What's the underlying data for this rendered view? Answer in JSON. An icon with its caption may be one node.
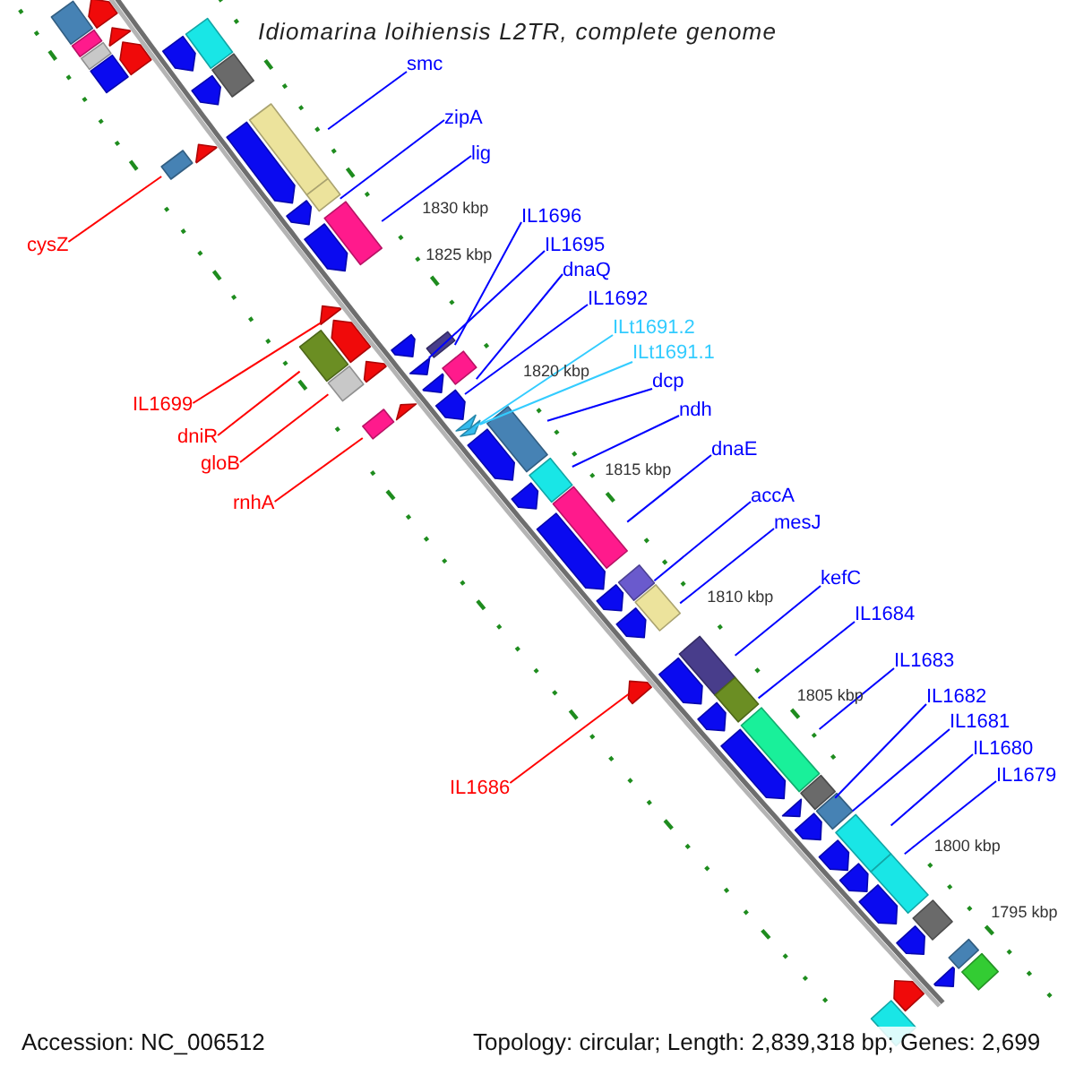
{
  "diagram": {
    "title": "Idiomarina loihiensis L2TR, complete genome",
    "nodes": [
      {
        "text": [
          "smc"
        ]
      },
      {
        "text": [
          "zipA"
        ]
      },
      {
        "text": [
          "lig"
        ]
      },
      {
        "text": [
          "IL1696"
        ]
      },
      {
        "text": [
          "cysZ"
        ]
      },
      {
        "text": [
          "IL1695"
        ]
      },
      {
        "text": [
          "dnaQ"
        ]
      },
      {
        "text": [
          "IL1692"
        ]
      },
      {
        "text": [
          "ILt1691.2"
        ]
      },
      {
        "text": [
          "ILt1691.1"
        ]
      },
      {
        "text": [
          "dcp"
        ]
      },
      {
        "text": [
          "IL1699"
        ]
      },
      {
        "text": [
          "ndh"
        ]
      },
      {
        "text": [
          "dniR"
        ]
      },
      {
        "text": [
          "dnaE"
        ]
      },
      {
        "text": [
          "gloB"
        ]
      },
      {
        "text": [
          "accA"
        ]
      },
      {
        "text": [
          "rnhA"
        ]
      },
      {
        "text": [
          "mesJ"
        ]
      },
      {
        "text": [
          "kefC"
        ]
      },
      {
        "text": [
          "IL1684"
        ]
      },
      {
        "text": [
          "IL1683"
        ]
      },
      {
        "text": [
          "IL1682"
        ]
      },
      {
        "text": [
          "IL1681"
        ]
      },
      {
        "text": [
          "IL1680"
        ]
      },
      {
        "text": [
          "IL1679"
        ]
      },
      {
        "text": [
          "IL1686"
        ]
      },
      {
        "text": [],
        "shape": "pentagon"
      },
      {
        "text": [],
        "shape": "bar"
      },
      {
        "text": [],
        "shape": "pentagon"
      },
      {
        "text": [],
        "shape": "bar"
      },
      {
        "text": [],
        "shape": "bar"
      },
      {
        "text": [],
        "shape": "pentagon"
      },
      {
        "text": [],
        "shape": "pentagon"
      },
      {
        "text": [],
        "shape": "bar"
      },
      {
        "text": [],
        "shape": "bar"
      },
      {
        "text": [],
        "shape": "bar"
      },
      {
        "text": [],
        "shape": "pentagon"
      },
      {
        "text": [],
        "shape": "bar"
      },
      {
        "text": [],
        "shape": "pentagon"
      },
      {
        "text": [],
        "shape": "bar"
      },
      {
        "text": [],
        "shape": "pentagon"
      },
      {
        "text": [],
        "shape": "bar"
      },
      {
        "text": [],
        "shape": "pentagon"
      },
      {
        "text": [],
        "shape": "bar"
      },
      {
        "text": [],
        "shape": "pentagon"
      },
      {
        "text": [],
        "shape": "pentagon"
      },
      {
        "text": [],
        "shape": "pentagon"
      },
      {
        "text": [],
        "shape": "bar"
      },
      {
        "text": [],
        "shape": "pentagon"
      },
      {
        "text": [],
        "shape": "bar"
      },
      {
        "text": [],
        "shape": "pentagon"
      },
      {
        "text": [],
        "shape": "bar"
      },
      {
        "text": [],
        "shape": "pentagon"
      },
      {
        "text": [],
        "shape": "bar"
      },
      {
        "text": [],
        "shape": "pentagon"
      },
      {
        "text": [],
        "shape": "pentagon"
      },
      {
        "text": [],
        "shape": "pentagon"
      },
      {
        "text": [],
        "shape": "bar"
      },
      {
        "text": [],
        "shape": "pentagon"
      },
      {
        "text": [],
        "shape": "pentagon"
      },
      {
        "text": [],
        "shape": "bar"
      },
      {
        "text": [],
        "shape": "pentagon"
      },
      {
        "text": [],
        "shape": "bar"
      },
      {
        "text": [],
        "shape": "pentagon"
      },
      {
        "text": [],
        "shape": "bar"
      },
      {
        "text": [],
        "shape": "pentagon"
      },
      {
        "text": [],
        "shape": "bar"
      },
      {
        "text": [],
        "shape": "pentagon"
      },
      {
        "text": [],
        "shape": "bar"
      },
      {
        "text": [],
        "shape": "pentagon"
      },
      {
        "text": [],
        "shape": "bar"
      },
      {
        "text": [],
        "shape": "pentagon"
      },
      {
        "text": [],
        "shape": "pentagon"
      },
      {
        "text": [],
        "shape": "bar"
      },
      {
        "text": [],
        "shape": "pentagon"
      },
      {
        "text": [],
        "shape": "bar"
      },
      {
        "text": [],
        "shape": "pentagon"
      },
      {
        "text": [],
        "shape": "bar"
      },
      {
        "text": [],
        "shape": "pentagon"
      },
      {
        "text": [],
        "shape": "bar"
      },
      {
        "text": [],
        "shape": "pentagon"
      },
      {
        "text": [],
        "shape": "bar"
      },
      {
        "text": [],
        "shape": "pentagon"
      },
      {
        "text": [],
        "shape": "pentagon"
      },
      {
        "text": [],
        "shape": "bar"
      },
      {
        "text": [],
        "shape": "pentagon"
      },
      {
        "text": [],
        "shape": "bar"
      },
      {
        "text": [],
        "shape": "pentagon"
      },
      {
        "text": [],
        "shape": "bar"
      },
      {
        "text": [],
        "shape": "bar"
      },
      {
        "text": [],
        "shape": "pentagon"
      },
      {
        "text": [],
        "shape": "pentagon"
      },
      {
        "text": [],
        "shape": "bar"
      }
    ],
    "edges": [
      {
        "from": 0,
        "to": 38,
        "arrow": "none"
      },
      {
        "from": 1,
        "to": 42,
        "arrow": "none"
      },
      {
        "from": 2,
        "to": 44,
        "arrow": "none"
      },
      {
        "from": 3,
        "to": 48,
        "arrow": "none"
      },
      {
        "from": 4,
        "to": 40,
        "arrow": "none",
        "color": "#ff0000"
      },
      {
        "from": 5,
        "to": 53,
        "arrow": "none"
      },
      {
        "from": 6,
        "to": 52,
        "arrow": "none"
      },
      {
        "from": 7,
        "to": 57,
        "arrow": "none"
      },
      {
        "from": 8,
        "to": 59,
        "arrow": "none",
        "color": "#33ccff"
      },
      {
        "from": 9,
        "to": 60,
        "arrow": "none",
        "color": "#33ccff"
      },
      {
        "from": 10,
        "to": 61,
        "arrow": "none"
      },
      {
        "from": 11,
        "to": 46,
        "arrow": "none",
        "color": "#ff0000"
      },
      {
        "from": 12,
        "to": 63,
        "arrow": "none"
      },
      {
        "from": 13,
        "to": 50,
        "arrow": "none",
        "color": "#ff0000"
      },
      {
        "from": 14,
        "to": 65,
        "arrow": "none"
      },
      {
        "from": 15,
        "to": 54,
        "arrow": "none",
        "color": "#ff0000"
      },
      {
        "from": 16,
        "to": 67,
        "arrow": "none"
      },
      {
        "from": 17,
        "to": 58,
        "arrow": "none",
        "color": "#ff0000"
      },
      {
        "from": 18,
        "to": 69,
        "arrow": "none"
      },
      {
        "from": 19,
        "to": 71,
        "arrow": "none"
      },
      {
        "from": 20,
        "to": 74,
        "arrow": "none"
      },
      {
        "from": 21,
        "to": 76,
        "arrow": "none"
      },
      {
        "from": 22,
        "to": 78,
        "arrow": "none"
      },
      {
        "from": 23,
        "to": 80,
        "arrow": "none"
      },
      {
        "from": 24,
        "to": 82,
        "arrow": "none"
      },
      {
        "from": 25,
        "to": 85,
        "arrow": "none"
      },
      {
        "from": 26,
        "to": 73,
        "arrow": "none",
        "color": "#ff0000"
      }
    ],
    "labels": [
      "1830 kbp",
      "1825 kbp",
      "1820 kbp",
      "1815 kbp",
      "1810 kbp",
      "1805 kbp",
      "1800 kbp",
      "1795 kbp",
      "Accession: NC_006512",
      "Topology: circular; Length: 2,839,318 bp; Genes: 2,699"
    ]
  }
}
